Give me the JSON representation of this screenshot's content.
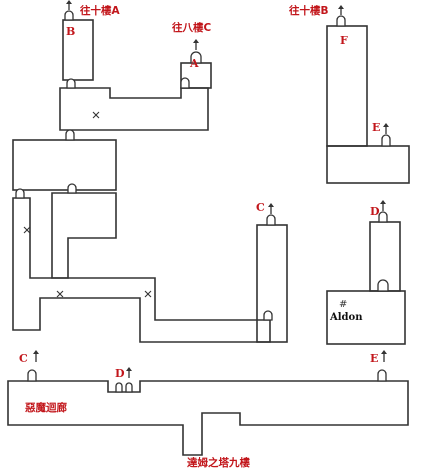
{
  "labels": {
    "to_10f_a": "往十樓A",
    "to_8f_c": "往八樓C",
    "to_10f_b": "往十樓B",
    "marker_b": "B",
    "marker_a": "A",
    "marker_f": "F",
    "marker_e_upper": "E",
    "marker_c_mid": "C",
    "marker_d_mid": "D",
    "npc_aldon": "Aldon",
    "marker_c_low": "C",
    "marker_d_low": "D",
    "marker_e_low": "E",
    "demon_corridor": "惡魔迴廊",
    "tower_9f": "達姆之塔九樓"
  },
  "glyphs": {
    "arrow": "↑",
    "x_mark": "×",
    "hash_mark": "#"
  },
  "colors": {
    "label_red": "#c2161b",
    "wall": "#333333",
    "background": "#ffffff"
  }
}
